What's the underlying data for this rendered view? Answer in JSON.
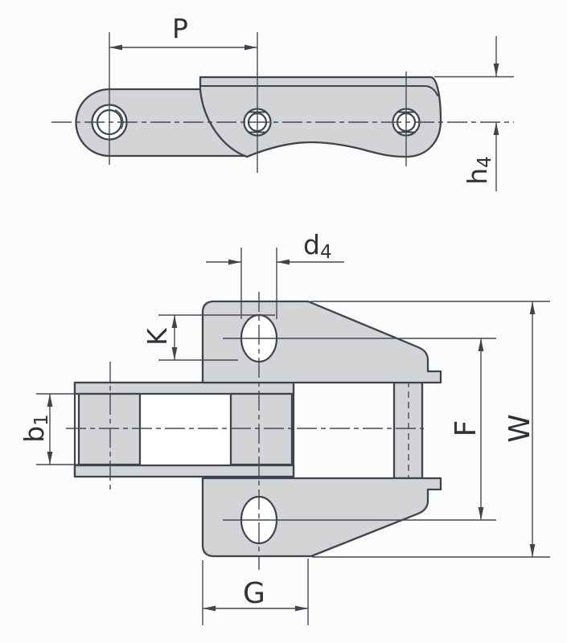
{
  "drawing": {
    "description": "Roller chain attachment link technical drawing, side view and plan view",
    "colors": {
      "background": "#fcfcfd",
      "part_fill": "#d2d4d6",
      "line": "#3e444b",
      "text": "#2d3237"
    },
    "labels": {
      "P": {
        "main": "P",
        "sub": ""
      },
      "h4": {
        "main": "h",
        "sub": "4"
      },
      "d4": {
        "main": "d",
        "sub": "4"
      },
      "K": {
        "main": "K",
        "sub": ""
      },
      "b1": {
        "main": "b",
        "sub": "1"
      },
      "F": {
        "main": "F",
        "sub": ""
      },
      "W": {
        "main": "W",
        "sub": ""
      },
      "G": {
        "main": "G",
        "sub": ""
      }
    }
  }
}
